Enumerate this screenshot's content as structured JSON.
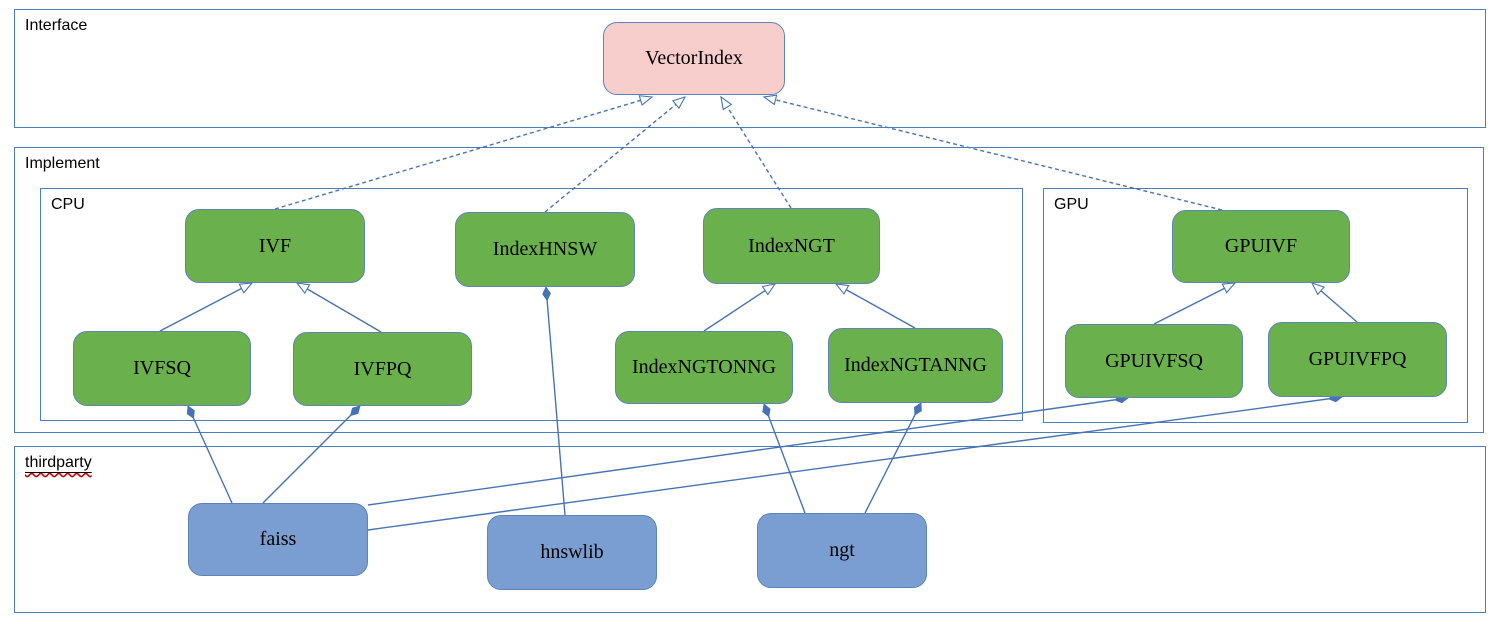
{
  "diagram": {
    "containers": [
      {
        "id": "interface",
        "label": "Interface"
      },
      {
        "id": "implement",
        "label": "Implement"
      },
      {
        "id": "cpu",
        "label": "CPU"
      },
      {
        "id": "gpu",
        "label": "GPU"
      },
      {
        "id": "thirdparty",
        "label": "thirdparty"
      }
    ],
    "nodes": [
      {
        "id": "vectorindex",
        "label": "VectorIndex",
        "type": "interface",
        "container": "interface"
      },
      {
        "id": "ivf",
        "label": "IVF",
        "type": "implementation",
        "container": "cpu"
      },
      {
        "id": "indexhnsw",
        "label": "IndexHNSW",
        "type": "implementation",
        "container": "cpu"
      },
      {
        "id": "indexngt",
        "label": "IndexNGT",
        "type": "implementation",
        "container": "cpu"
      },
      {
        "id": "ivfsq",
        "label": "IVFSQ",
        "type": "implementation",
        "container": "cpu"
      },
      {
        "id": "ivfpq",
        "label": "IVFPQ",
        "type": "implementation",
        "container": "cpu"
      },
      {
        "id": "indexngtonng",
        "label": "IndexNGTONNG",
        "type": "implementation",
        "container": "cpu"
      },
      {
        "id": "indexngtanng",
        "label": "IndexNGTANNG",
        "type": "implementation",
        "container": "cpu"
      },
      {
        "id": "gpuivf",
        "label": "GPUIVF",
        "type": "implementation",
        "container": "gpu"
      },
      {
        "id": "gpuivfsq",
        "label": "GPUIVFSQ",
        "type": "implementation",
        "container": "gpu"
      },
      {
        "id": "gpuivfpq",
        "label": "GPUIVFPQ",
        "type": "implementation",
        "container": "gpu"
      },
      {
        "id": "faiss",
        "label": "faiss",
        "type": "thirdparty",
        "container": "thirdparty"
      },
      {
        "id": "hnswlib",
        "label": "hnswlib",
        "type": "thirdparty",
        "container": "thirdparty"
      },
      {
        "id": "ngt",
        "label": "ngt",
        "type": "thirdparty",
        "container": "thirdparty"
      }
    ],
    "edges": [
      {
        "from": "ivf",
        "to": "vectorindex",
        "type": "realization"
      },
      {
        "from": "indexhnsw",
        "to": "vectorindex",
        "type": "realization"
      },
      {
        "from": "indexngt",
        "to": "vectorindex",
        "type": "realization"
      },
      {
        "from": "gpuivf",
        "to": "vectorindex",
        "type": "realization"
      },
      {
        "from": "ivfsq",
        "to": "ivf",
        "type": "inheritance"
      },
      {
        "from": "ivfpq",
        "to": "ivf",
        "type": "inheritance"
      },
      {
        "from": "indexngtonng",
        "to": "indexngt",
        "type": "inheritance"
      },
      {
        "from": "indexngtanng",
        "to": "indexngt",
        "type": "inheritance"
      },
      {
        "from": "gpuivfsq",
        "to": "gpuivf",
        "type": "inheritance"
      },
      {
        "from": "gpuivfpq",
        "to": "gpuivf",
        "type": "inheritance"
      },
      {
        "from": "faiss",
        "to": "ivfsq",
        "type": "composition"
      },
      {
        "from": "faiss",
        "to": "ivfpq",
        "type": "composition"
      },
      {
        "from": "faiss",
        "to": "gpuivfsq",
        "type": "composition"
      },
      {
        "from": "faiss",
        "to": "gpuivfpq",
        "type": "composition"
      },
      {
        "from": "hnswlib",
        "to": "indexhnsw",
        "type": "composition"
      },
      {
        "from": "ngt",
        "to": "indexngtonng",
        "type": "composition"
      },
      {
        "from": "ngt",
        "to": "indexngtanng",
        "type": "composition"
      }
    ],
    "colors": {
      "interface_fill": "#f8cecc",
      "implementation_fill": "#6ab04c",
      "thirdparty_fill": "#7a9ed2",
      "node_border": "#5e83b7",
      "container_border": "#4f7dba",
      "edge_line": "#4673b4",
      "spellcheck_squiggle": "#cc0000",
      "text": "#000000",
      "background": "#ffffff"
    }
  }
}
